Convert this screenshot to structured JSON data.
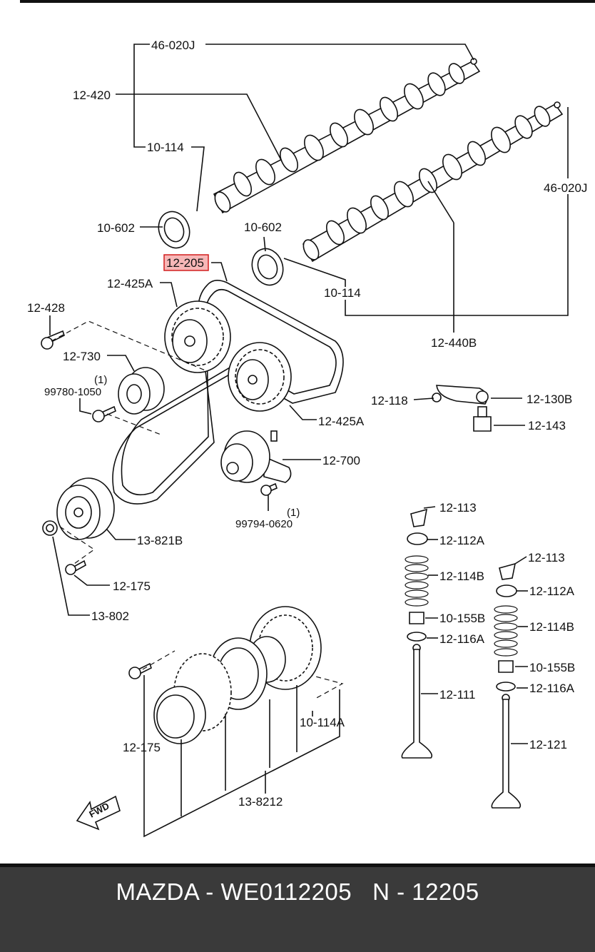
{
  "labels": {
    "cam_oil_seal_top": "46-020J",
    "camshaft_intake": "12-420",
    "pin_top": "10-114",
    "seal_left": "10-602",
    "seal_right": "10-602",
    "timing_belt": "12-205",
    "pulley_cam_left": "12-425A",
    "bolt_428": "12-428",
    "idler_730": "12-730",
    "bolt_99780": "99780-1050",
    "bolt_99780_qty": "(1)",
    "cam_oil_seal_right": "46-020J",
    "pin_right": "10-114",
    "camshaft_exhaust": "12-440B",
    "pulley_cam_right": "12-425A",
    "shim_118": "12-118",
    "rocker_130b": "12-130B",
    "adjuster_143": "12-143",
    "tensioner_700": "12-700",
    "bolt_99794": "99794-0620",
    "bolt_99794_qty": "(1)",
    "crank_pulley": "13-821B",
    "bolt_175_mid": "12-175",
    "bolt_802": "13-802",
    "keeper_113_l": "12-113",
    "retainer_112a_l": "12-112A",
    "spring_114b_l": "12-114B",
    "seal_155b_l": "10-155B",
    "seat_116a_l": "12-116A",
    "valve_111": "12-111",
    "keeper_113_r": "12-113",
    "retainer_112a_r": "12-112A",
    "spring_114b_r": "12-114B",
    "seal_155b_r": "10-155B",
    "seat_116a_r": "12-116A",
    "valve_121": "12-121",
    "key_114a": "10-114A",
    "bolt_175_bottom": "12-175",
    "crank_set": "13-8212",
    "fwd": "FWD"
  },
  "colors": {
    "highlight_fill": "#f7b7b7",
    "highlight_stroke": "#d21f1f",
    "footer_bg": "#3a3a3a"
  },
  "footer": {
    "text": "MAZDA - WE0112205   N - 12205"
  }
}
